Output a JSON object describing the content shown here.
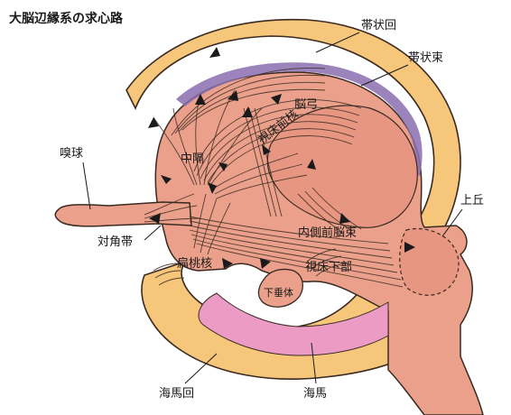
{
  "title": "大脳辺縁系の求心路",
  "labels": {
    "cingulate_gyrus": "帯状回",
    "cingulum": "帯状束",
    "fornix": "脳弓",
    "olfactory_bulb": "嗅球",
    "septum": "中隔",
    "anterior_thalamic_nucleus": "視床前核",
    "superior_colliculus": "上丘",
    "diagonal_band": "対角帯",
    "medial_forebrain_bundle": "内側前脳束",
    "amygdala": "扁桃核",
    "hypothalamus": "視床下部",
    "pituitary": "下垂体",
    "parahippocampal_gyrus": "海馬回",
    "hippocampus": "海馬"
  },
  "colors": {
    "gyrus_fill": "#f6c77a",
    "brain_fill": "#eaa08a",
    "hippocampus_band": "#ec9cc4",
    "outline": "#3a2a22",
    "fiber": "#3a2a22",
    "cingulum_purple": "#8a6fb0"
  }
}
